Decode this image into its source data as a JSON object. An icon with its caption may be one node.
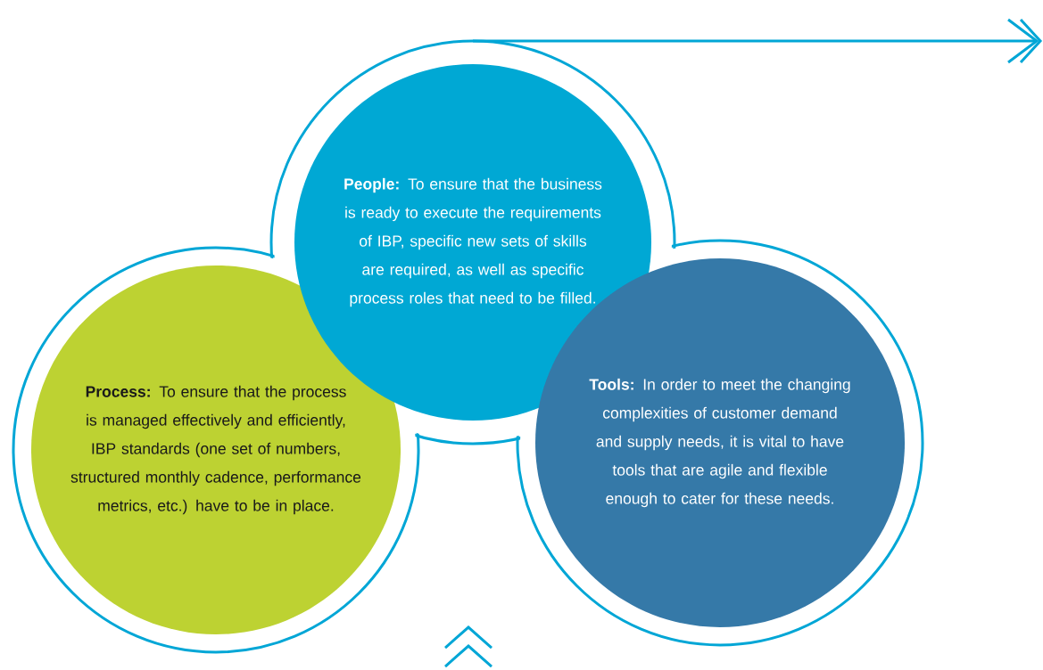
{
  "diagram": {
    "nodes": [
      {
        "text": [
          "**People:** To ensure that the business is ready to execute the requirements of IBP, specific new sets of skills are required, as well as specific process roles that need to be filled."
        ]
      },
      {
        "text": [
          "**Process:** To ensure that the process is managed effectively and efficiently, IBP standards (one set of numbers, structured monthly cadence, performance metrics, etc.) have to be in place."
        ]
      },
      {
        "text": [
          "**Tools:** In order to meet the changing complexities of customer demand and supply needs, it is vital to have tools that are agile and flexible enough to cater for these needs."
        ]
      }
    ]
  }
}
